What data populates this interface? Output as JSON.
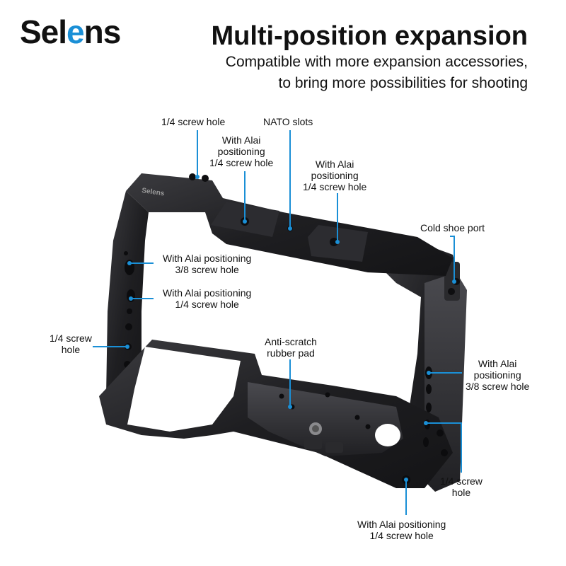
{
  "brand": {
    "logo_prefix": "Sel",
    "logo_o": "e",
    "logo_suffix": "ns",
    "engraving": "Selens"
  },
  "header": {
    "title": "Multi-position expansion",
    "subtitle_line1": "Compatible with more expansion accessories,",
    "subtitle_line2": "to bring more possibilities for shooting"
  },
  "callouts": {
    "top_quarter_hole": "1/4 screw hole",
    "nato_slots": "NATO slots",
    "alai_top_left": [
      "With Alai",
      "positioning",
      "1/4 screw hole"
    ],
    "alai_top_mid": [
      "With Alai",
      "positioning",
      "1/4 screw hole"
    ],
    "cold_shoe": "Cold shoe port",
    "left_alai_38": [
      "With Alai positioning",
      "3/8 screw hole"
    ],
    "left_alai_14": [
      "With Alai positioning",
      "1/4 screw hole"
    ],
    "left_quarter_hole": [
      "1/4 screw",
      "hole"
    ],
    "rubber_pad": [
      "Anti-scratch",
      "rubber pad"
    ],
    "right_alai_38": [
      "With Alai",
      "positioning",
      "3/8 screw hole"
    ],
    "right_quarter_hole": [
      "1/4 screw",
      "hole"
    ],
    "bottom_alai_14": [
      "With Alai positioning",
      "1/4 screw hole"
    ]
  },
  "colors": {
    "accent": "#1a8fd6",
    "cage": "#1c1c1e",
    "cage_highlight": "#3a3a3d",
    "text": "#111111"
  }
}
